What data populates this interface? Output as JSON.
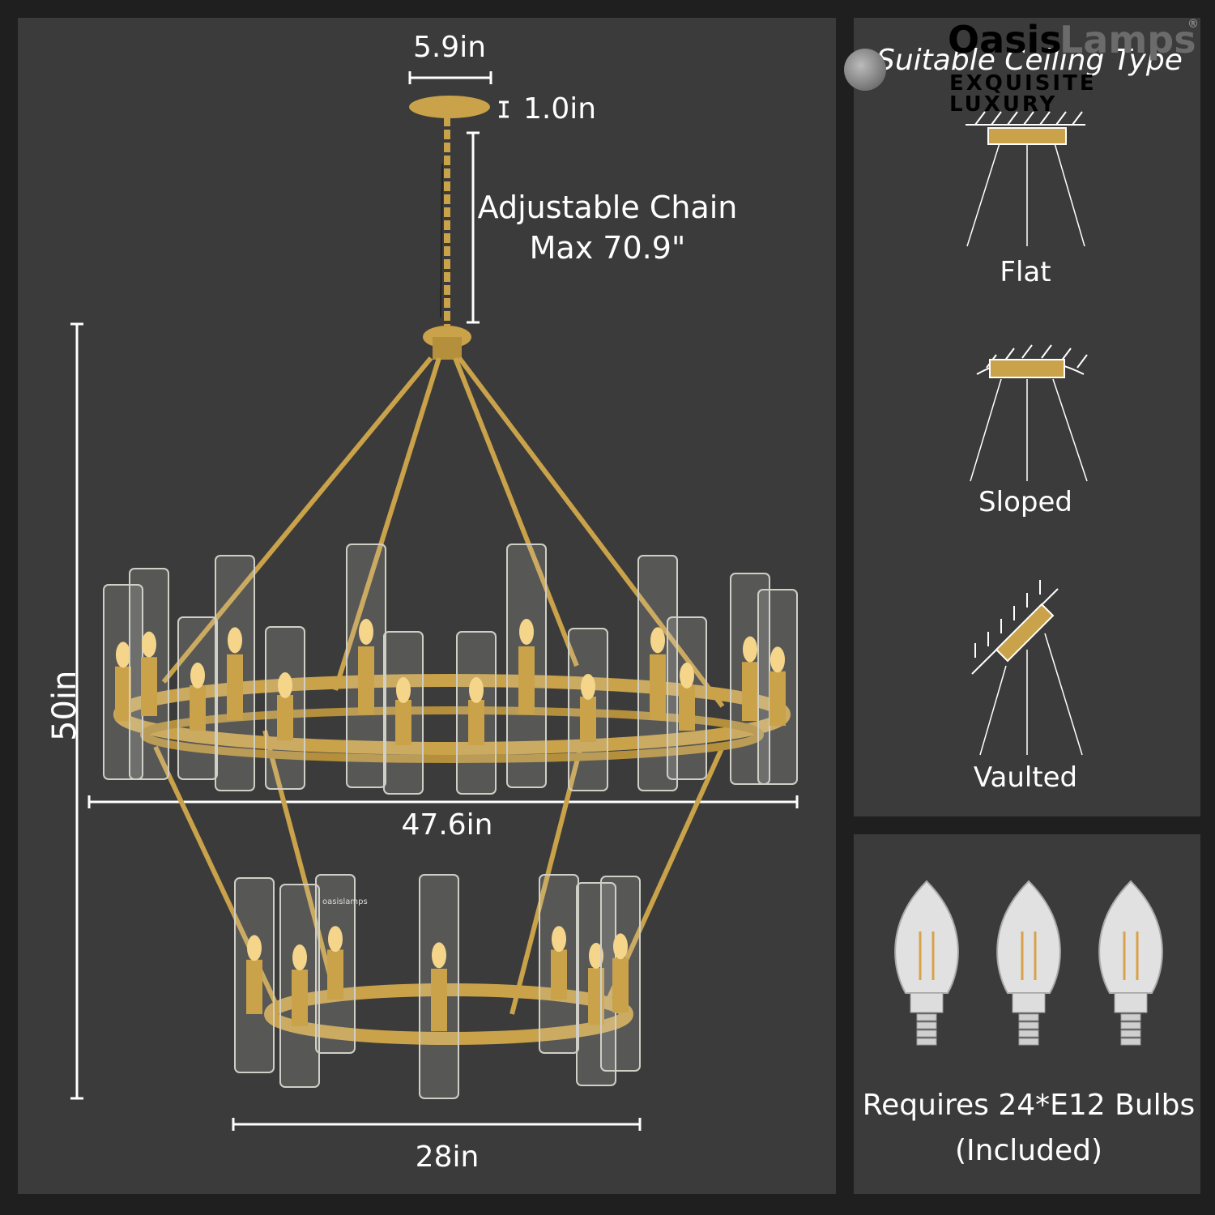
{
  "dimensions": {
    "canopy_width": "5.9in",
    "canopy_height": "1.0in",
    "chain_line1": "Adjustable Chain",
    "chain_line2": "Max 70.9\"",
    "overall_height": "50in",
    "top_tier_diameter": "47.6in",
    "bottom_tier_diameter": "28in"
  },
  "ceiling": {
    "title": "Suitable Ceiling Type",
    "types": [
      "Flat",
      "Sloped",
      "Vaulted"
    ]
  },
  "bulbs": {
    "line1": "Requires 24*E12 Bulbs",
    "line2": "(Included)",
    "count_shown": 3
  },
  "brand": {
    "name_part1": "Oasis",
    "name_part2": "Lamps",
    "registered": "®",
    "tagline1": "EXQUISITE",
    "tagline2": "LUXURY",
    "watermark": "oasislamps"
  },
  "colors": {
    "background": "#1f1f1f",
    "panel": "#3b3b3b",
    "gold": "#c9a24a",
    "glass": "#d8d8d0"
  }
}
